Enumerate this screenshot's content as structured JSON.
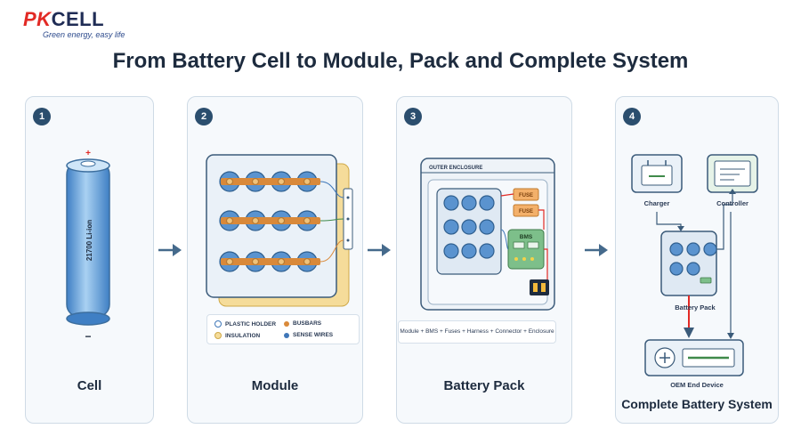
{
  "brand": {
    "name_part1": "PK",
    "name_part2": "CELL",
    "tagline": "Green energy, easy life",
    "accent_color": "#e22a25",
    "primary_color": "#1f2c55"
  },
  "title": "From Battery Cell to Module, Pack and Complete System",
  "stages": [
    {
      "number": "1",
      "label": "Cell"
    },
    {
      "number": "2",
      "label": "Module"
    },
    {
      "number": "3",
      "label": "Battery Pack"
    },
    {
      "number": "4",
      "label": "Complete Battery System"
    }
  ],
  "cell": {
    "positive_terminal": "+",
    "negative_terminal": "−",
    "cell_text": "21700 Li-ion"
  },
  "module_legend": [
    {
      "label": "PLASTIC HOLDER",
      "color": "#ffffff"
    },
    {
      "label": "BUSBARS",
      "color": "#d9893a"
    },
    {
      "label": "INSULATION",
      "color": "#f5dc9a"
    },
    {
      "label": "SENSE WIRES",
      "color": "#3f77b8"
    }
  ],
  "pack": {
    "enclosure_label": "OUTER ENCLOSURE",
    "fuse_labels": [
      "FUSE",
      "FUSE"
    ],
    "bms_label": "BMS",
    "caption": "Module + BMS + Fuses + Harness + Connector + Enclosure"
  },
  "system": {
    "charger_label": "Charger",
    "controller_label": "Controller",
    "battery_pack_label": "Battery Pack",
    "device_label": "OEM End Device"
  },
  "icons": {
    "flow_arrow": "arrow-right-icon",
    "plus": "plus-icon"
  }
}
